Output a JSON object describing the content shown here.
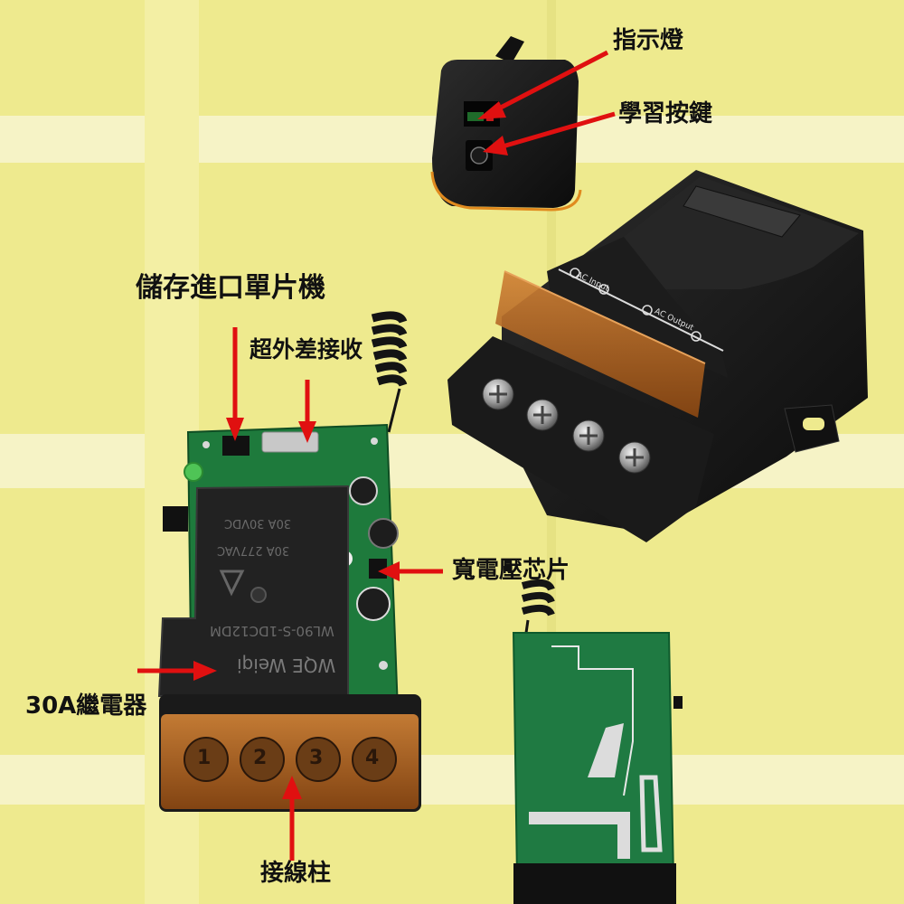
{
  "labels": {
    "indicator": "指示燈",
    "learn_button": "學習按鍵",
    "mcu": "儲存進口單片機",
    "receiver": "超外差接收",
    "voltage_chip": "寬電壓芯片",
    "relay": "30A繼電器",
    "terminal": "接線柱"
  },
  "relay_markings": {
    "line1": "30A  30VDC",
    "line2": "30A  277VAC",
    "line3": "WL90-S-1DC12DM",
    "brand": "WQE Weiqi"
  },
  "housing_markings": {
    "ac_input": "AC Input",
    "ac_output": "AC Output"
  },
  "terminal_numbers": [
    "1",
    "2",
    "3",
    "4"
  ],
  "colors": {
    "arrow": "#e01010",
    "background": "#eeea8e",
    "pcb": "#1e7a3c",
    "housing": "#1a1a1a",
    "cover": "#b0651e"
  }
}
